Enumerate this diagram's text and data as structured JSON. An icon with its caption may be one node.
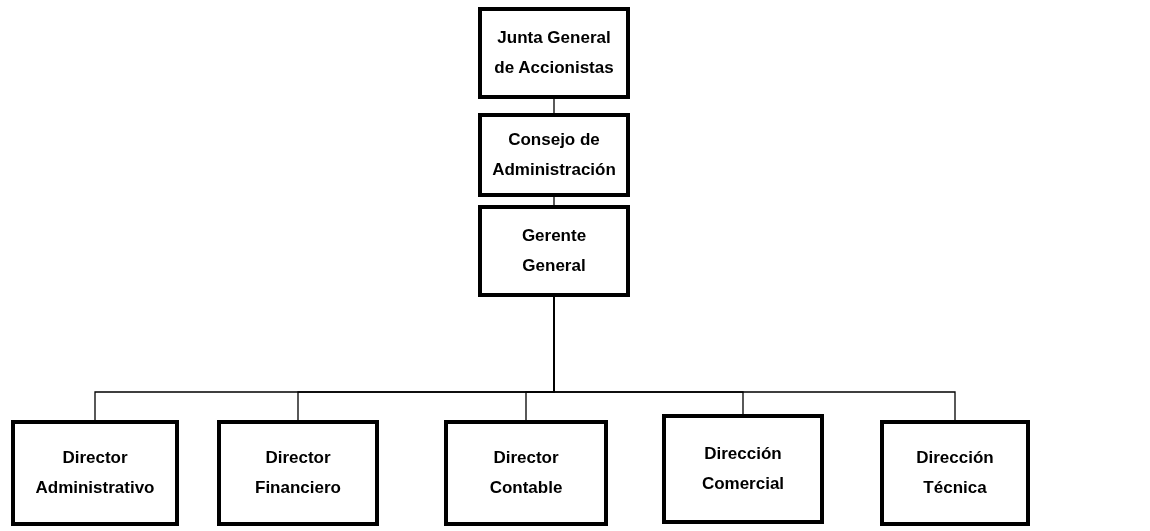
{
  "diagram": {
    "nodes": [
      {
        "text": [
          "Junta General de Accionistas"
        ]
      },
      {
        "text": [
          "Consejo de Administración"
        ]
      },
      {
        "text": [
          "Gerente General"
        ]
      },
      {
        "text": [
          "Director Administrativo"
        ]
      },
      {
        "text": [
          "Director Financiero"
        ]
      },
      {
        "text": [
          "Director Contable"
        ]
      },
      {
        "text": [
          "Dirección Comercial"
        ]
      },
      {
        "text": [
          "Dirección Técnica"
        ]
      }
    ],
    "edges": [
      {
        "from": 0,
        "to": 1,
        "arrow": "none"
      },
      {
        "from": 1,
        "to": 2,
        "arrow": "none"
      },
      {
        "from": 2,
        "to": 3,
        "arrow": "none"
      },
      {
        "from": 2,
        "to": 4,
        "arrow": "none"
      },
      {
        "from": 2,
        "to": 5,
        "arrow": "none"
      },
      {
        "from": 2,
        "to": 6,
        "arrow": "none"
      },
      {
        "from": 2,
        "to": 7,
        "arrow": "none"
      }
    ]
  }
}
